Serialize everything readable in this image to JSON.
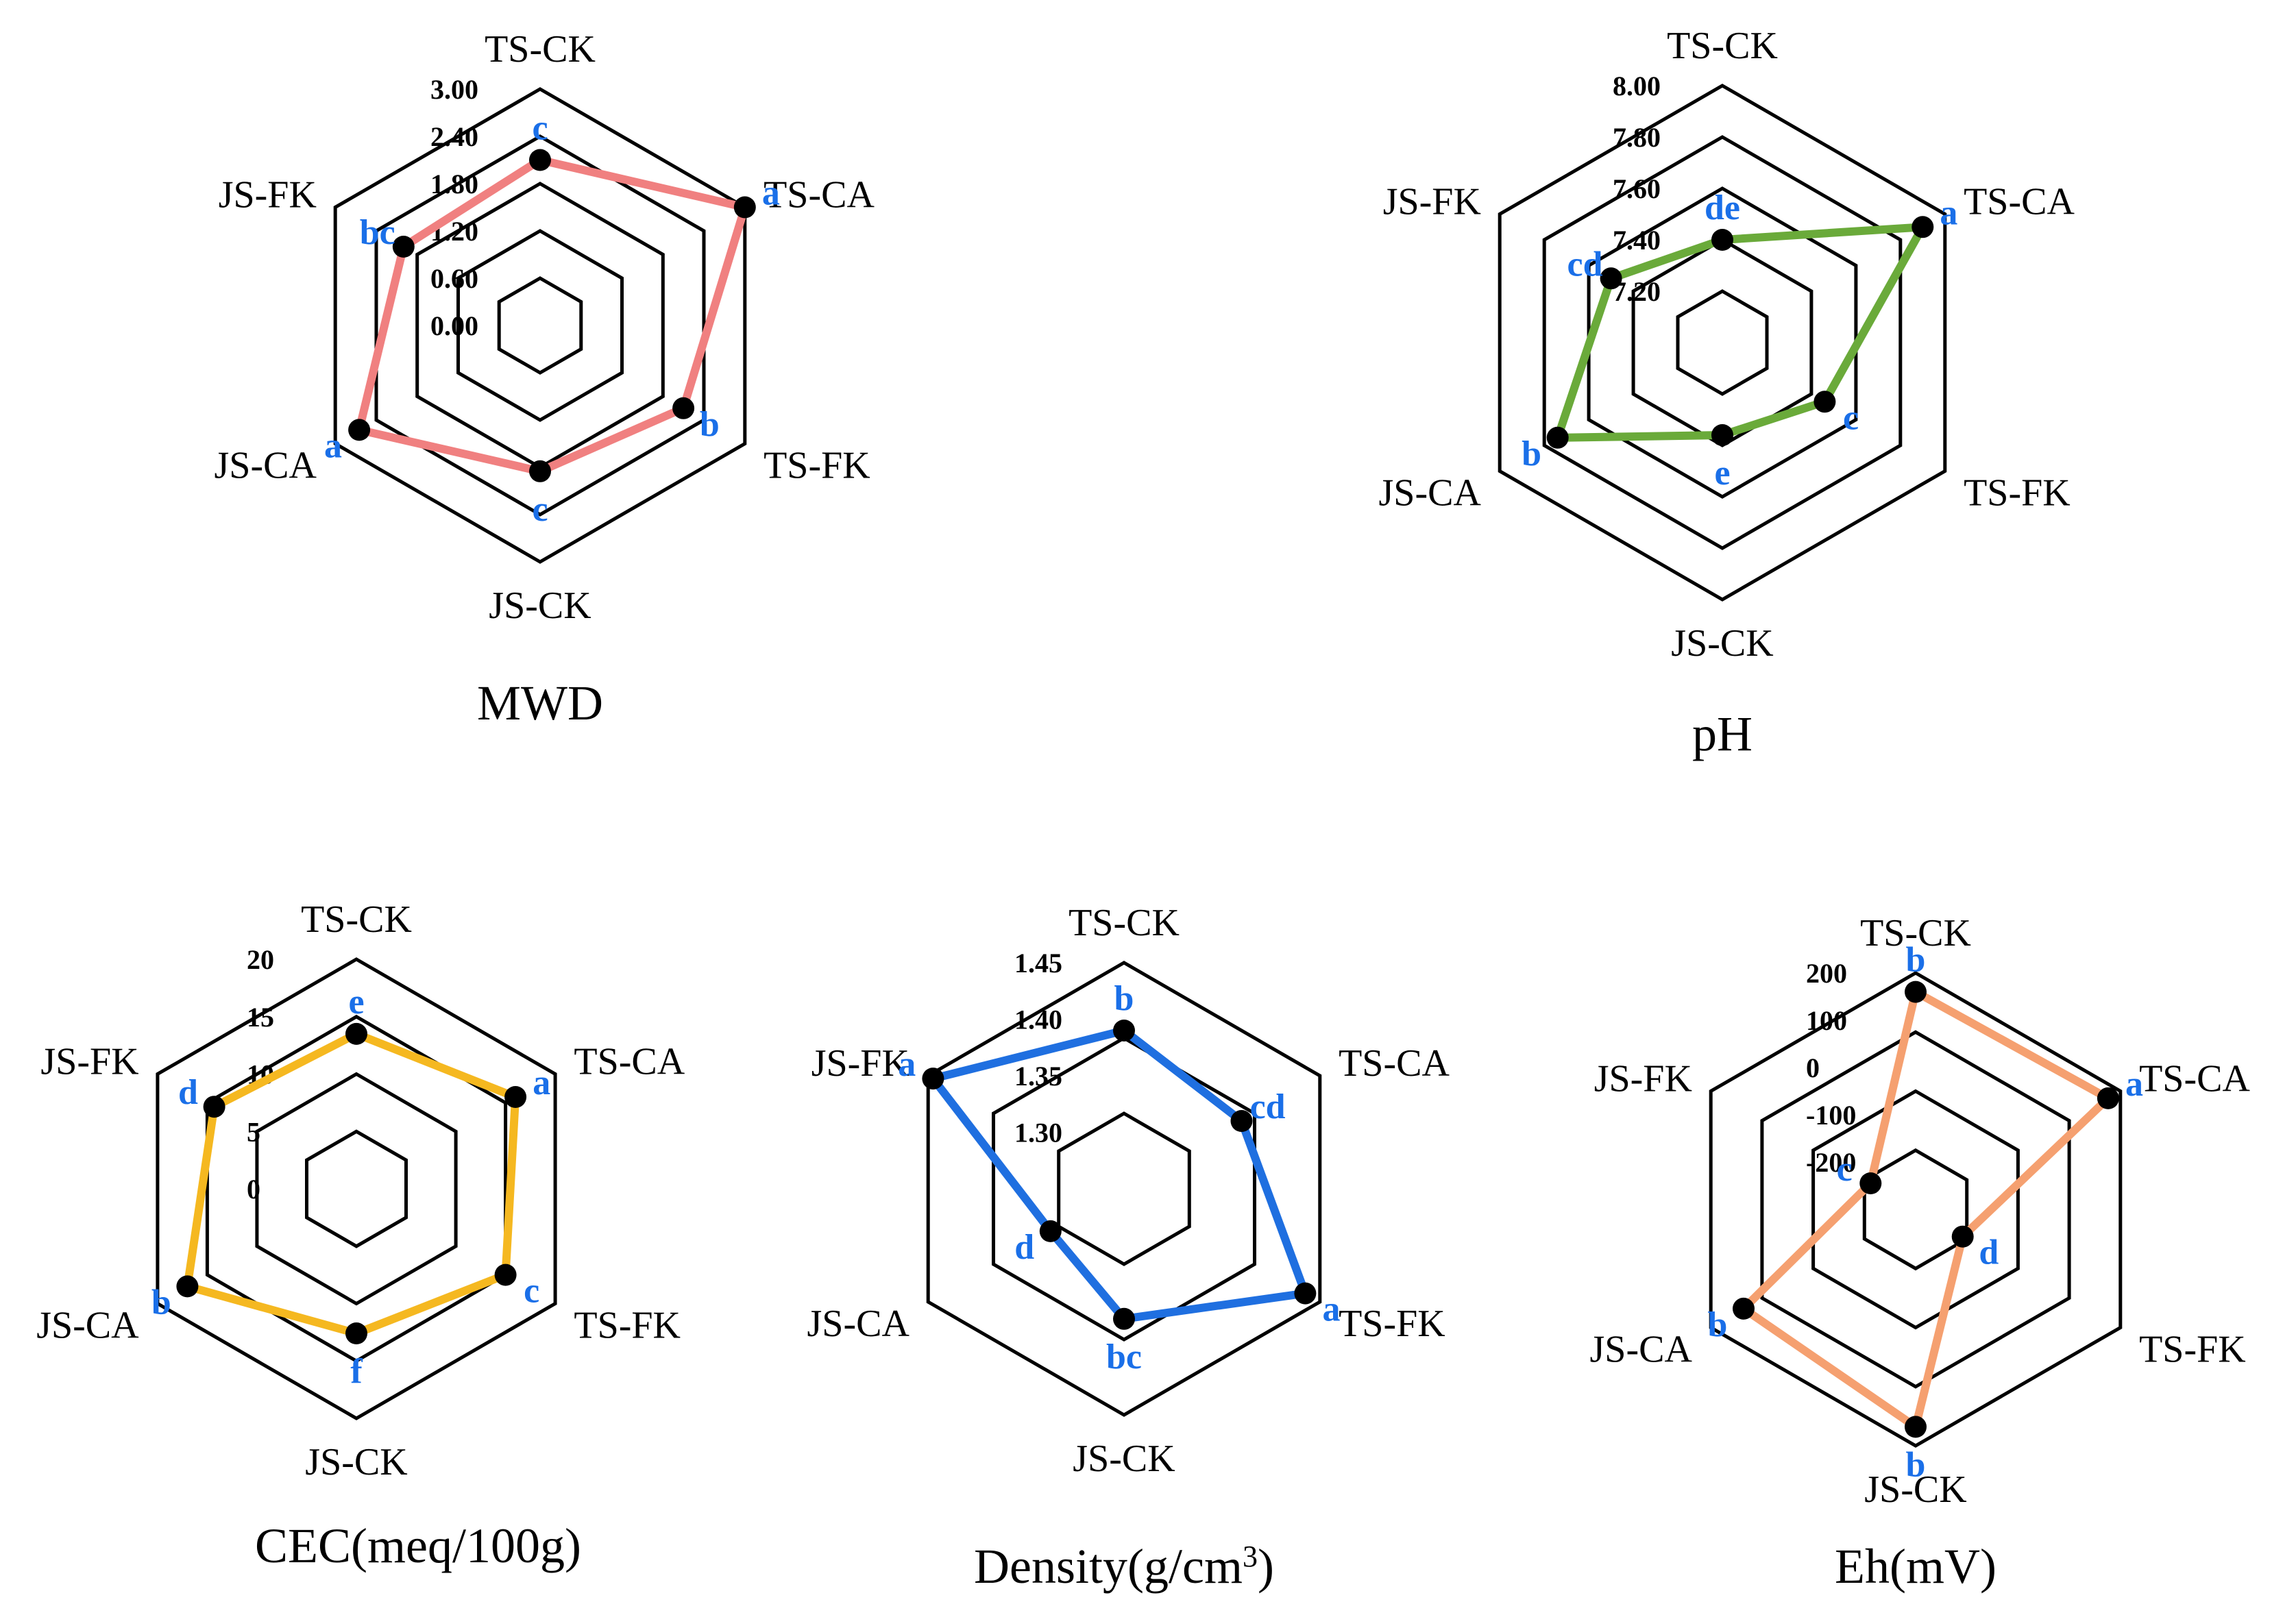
{
  "chart_data": [
    {
      "type": "radar",
      "title": "MWD",
      "axes": [
        "TS-CK",
        "TS-CA",
        "TS-FK",
        "JS-CK",
        "JS-CA",
        "JS-FK"
      ],
      "rlim": [
        0,
        3
      ],
      "ticks": [
        "0.00",
        "0.60",
        "1.20",
        "1.80",
        "2.40",
        "3.00"
      ],
      "series": [
        {
          "color": "#f08080",
          "values": [
            2.1,
            3.0,
            2.1,
            1.85,
            2.65,
            2.0
          ],
          "letters": [
            "c",
            "a",
            "b",
            "c",
            "a",
            "bc"
          ]
        }
      ]
    },
    {
      "type": "radar",
      "title": "pH",
      "axes": [
        "TS-CK",
        "TS-CA",
        "TS-FK",
        "JS-CK",
        "JS-CA",
        "JS-FK"
      ],
      "rlim": [
        7.0,
        8.0
      ],
      "ticks": [
        "7.20",
        "7.40",
        "7.60",
        "7.80",
        "8.00"
      ],
      "series": [
        {
          "color": "#6aaa3a",
          "values": [
            7.4,
            7.9,
            7.46,
            7.36,
            7.74,
            7.5
          ],
          "letters": [
            "de",
            "a",
            "c",
            "e",
            "b",
            "cd"
          ]
        }
      ]
    },
    {
      "type": "radar",
      "title": "CEC(meq/100g)",
      "axes": [
        "TS-CK",
        "TS-CA",
        "TS-FK",
        "JS-CK",
        "JS-CA",
        "JS-FK"
      ],
      "rlim": [
        0,
        20
      ],
      "ticks": [
        "0",
        "5",
        "10",
        "15",
        "20"
      ],
      "series": [
        {
          "color": "#f5b820",
          "values": [
            13.5,
            16.0,
            15.0,
            12.6,
            17.0,
            14.3
          ],
          "letters": [
            "e",
            "a",
            "c",
            "f",
            "b",
            "d"
          ]
        }
      ]
    },
    {
      "type": "radar",
      "title": "Density(g/cm",
      "title_sup": "3",
      "title_end": ")",
      "axes": [
        "TS-CK",
        "TS-CA",
        "TS-FK",
        "JS-CK",
        "JS-CA",
        "JS-FK"
      ],
      "rlim": [
        1.25,
        1.45
      ],
      "ticks": [
        "1.30",
        "1.35",
        "1.40",
        "1.45"
      ],
      "series": [
        {
          "color": "#1f6fe0",
          "values": [
            1.39,
            1.37,
            1.435,
            1.365,
            1.325,
            1.445
          ],
          "letters": [
            "b",
            "cd",
            "a",
            "bc",
            "d",
            "a"
          ]
        }
      ]
    },
    {
      "type": "radar",
      "title": "Eh(mV)",
      "axes": [
        "TS-CK",
        "TS-CA",
        "TS-FK",
        "JS-CK",
        "JS-CA",
        "JS-FK"
      ],
      "rlim": [
        -300,
        200
      ],
      "ticks": [
        "-200",
        "-100",
        "0",
        "100",
        "200"
      ],
      "series": [
        {
          "color": "#f5a070",
          "values": [
            160,
            170,
            -185,
            160,
            120,
            -190
          ],
          "letters": [
            "b",
            "a",
            "d",
            "b",
            "b",
            "c"
          ]
        }
      ]
    }
  ]
}
